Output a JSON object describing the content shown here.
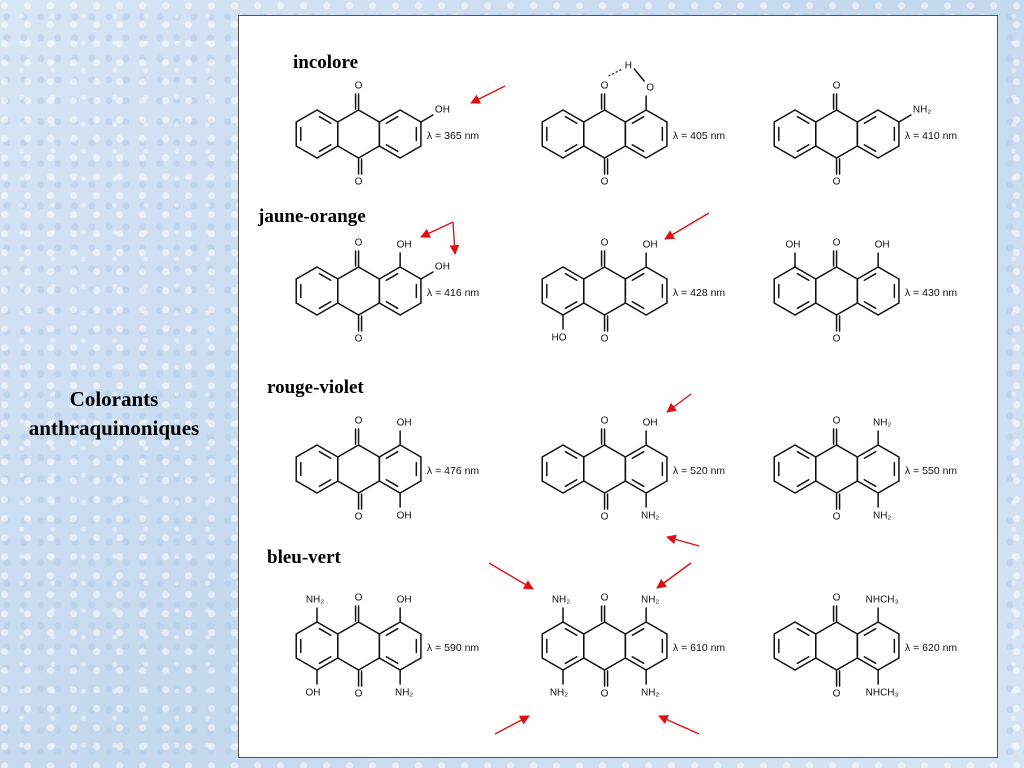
{
  "slide": {
    "side_title_line1": "Colorants",
    "side_title_line2": "anthraquinoniques"
  },
  "groups": [
    {
      "label": "incolore"
    },
    {
      "label": "jaune-orange"
    },
    {
      "label": "rouge-violet"
    },
    {
      "label": "bleu-vert"
    }
  ],
  "molecules": [
    {
      "lambda": "λ = 365 nm",
      "subs": {
        "r_top": "OH"
      }
    },
    {
      "lambda": "λ = 405 nm",
      "subs": {
        "hbond_h": "H",
        "r_peri_top": "O"
      }
    },
    {
      "lambda": "λ = 410 nm",
      "subs": {
        "r_top": "NH₂"
      }
    },
    {
      "lambda": "λ = 416 nm",
      "subs": {
        "r_peri_top": "OH",
        "r_top": "OH"
      }
    },
    {
      "lambda": "λ = 428 nm",
      "subs": {
        "r_peri_top": "OH",
        "l_peri_bot": "HO"
      }
    },
    {
      "lambda": "λ = 430 nm",
      "subs": {
        "r_peri_top": "OH",
        "l_peri_top": "OH"
      }
    },
    {
      "lambda": "λ = 476 nm",
      "subs": {
        "r_peri_top": "OH",
        "r_peri_bot": "OH"
      }
    },
    {
      "lambda": "λ = 520 nm",
      "subs": {
        "r_peri_top": "OH",
        "r_peri_bot": "NH₂"
      }
    },
    {
      "lambda": "λ = 550 nm",
      "subs": {
        "r_peri_top": "NH₂",
        "r_peri_bot": "NH₂"
      }
    },
    {
      "lambda": "λ = 590 nm",
      "subs": {
        "l_peri_top": "NH₂",
        "r_peri_top": "OH",
        "l_peri_bot": "OH",
        "r_peri_bot": "NH₂"
      }
    },
    {
      "lambda": "λ = 610 nm",
      "subs": {
        "l_peri_top": "NH₂",
        "r_peri_top": "NH₂",
        "l_peri_bot": "NH₂",
        "r_peri_bot": "NH₂"
      }
    },
    {
      "lambda": "λ = 620 nm",
      "subs": {
        "r_peri_top": "NHCH₃",
        "r_peri_bot": "NHCH₃"
      }
    }
  ],
  "colors": {
    "arrow": "#e01010",
    "panel_bg": "#ffffff",
    "background": "#cfe0f1"
  }
}
